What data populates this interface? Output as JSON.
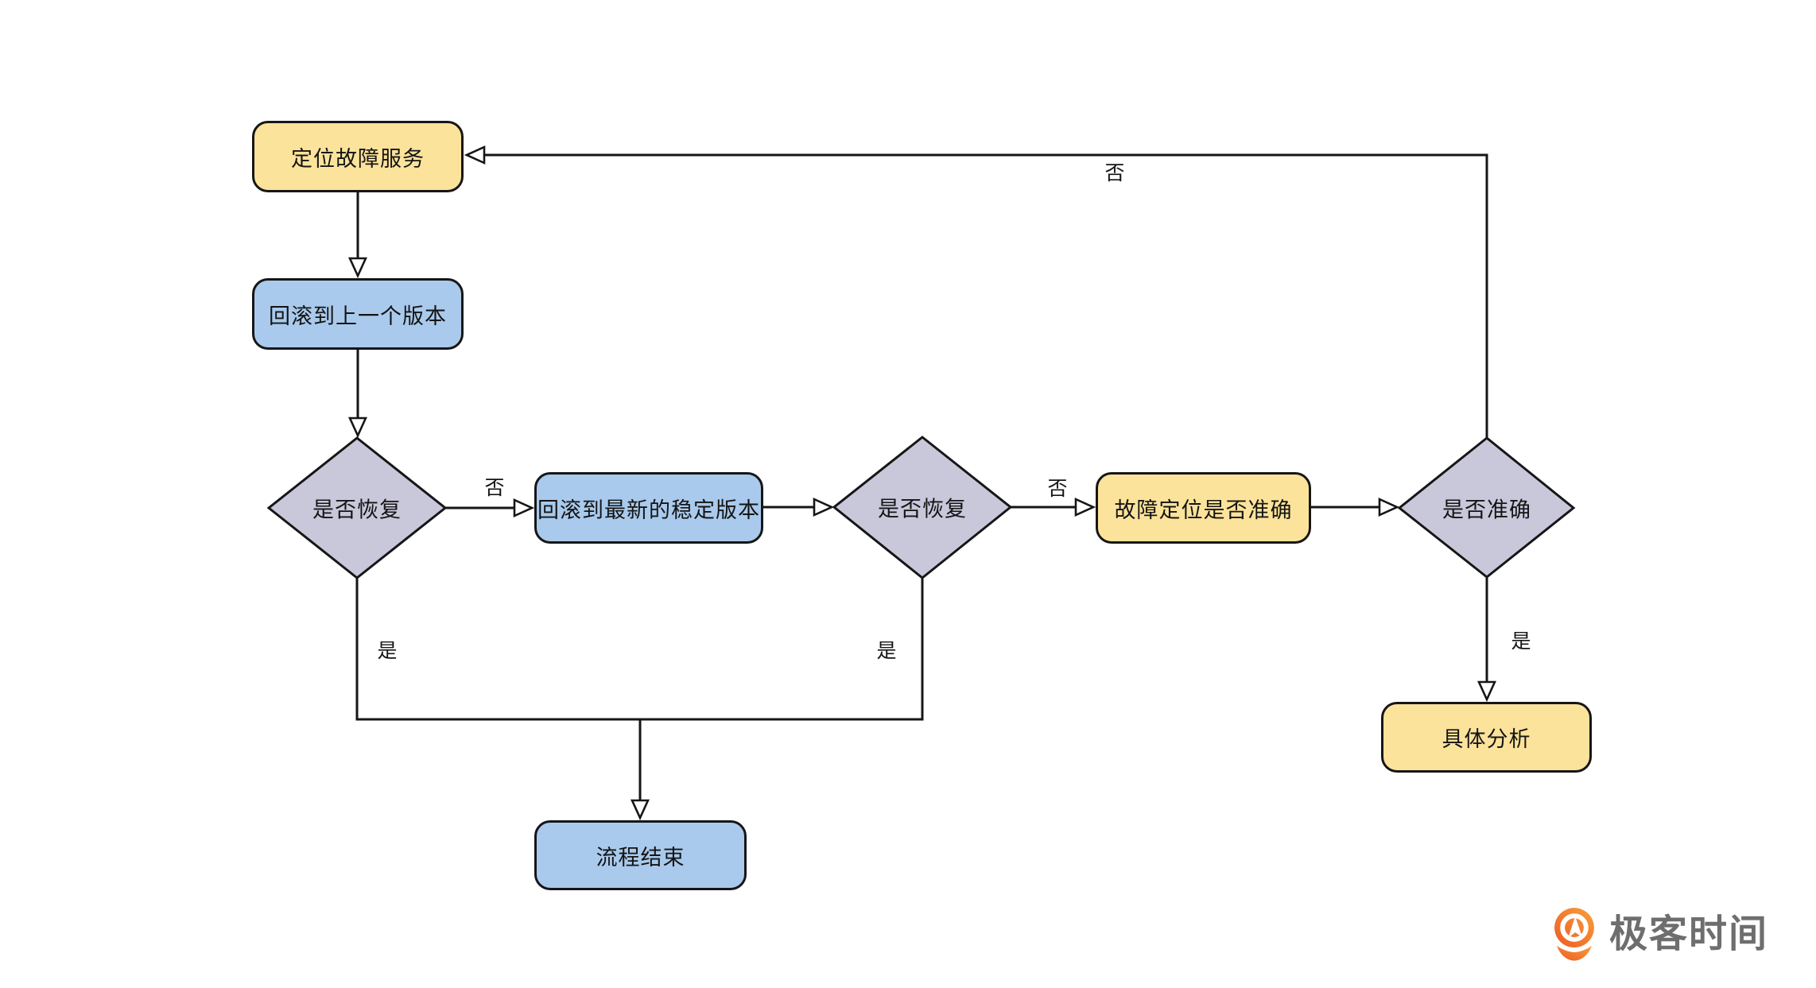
{
  "page": {
    "background": "#ffffff"
  },
  "colors": {
    "process_yellow": "#FCE39B",
    "process_blue": "#A9CAEC",
    "decision_purple": "#C9C7DA",
    "stroke_black": "#161616",
    "text_black": "#141414",
    "logo_orange_light": "#F9A03A",
    "logo_orange_dark": "#EC5B25",
    "logo_text_gray": "#6E6E6E"
  },
  "flowchart": {
    "nodes": {
      "locate_fault": {
        "label": "定位故障服务",
        "shape": "rounded-rect",
        "fill": "#FCE39B"
      },
      "rollback_previous": {
        "label": "回滚到上一个版本",
        "shape": "rounded-rect",
        "fill": "#A9CAEC"
      },
      "recovered_1": {
        "label": "是否恢复",
        "shape": "diamond",
        "fill": "#C9C7DA"
      },
      "rollback_stable": {
        "label": "回滚到最新的稳定版本",
        "shape": "rounded-rect",
        "fill": "#A9CAEC"
      },
      "recovered_2": {
        "label": "是否恢复",
        "shape": "diamond",
        "fill": "#C9C7DA"
      },
      "locating_accurate": {
        "label": "故障定位是否准确",
        "shape": "rounded-rect",
        "fill": "#FCE39B"
      },
      "accurate": {
        "label": "是否准确",
        "shape": "diamond",
        "fill": "#C9C7DA"
      },
      "specific_analysis": {
        "label": "具体分析",
        "shape": "rounded-rect",
        "fill": "#FCE39B"
      },
      "process_end": {
        "label": "流程结束",
        "shape": "rounded-rect",
        "fill": "#A9CAEC"
      }
    },
    "edge_labels": {
      "yes": "是",
      "no": "否"
    }
  },
  "branding": {
    "logo_text": "极客时间"
  }
}
